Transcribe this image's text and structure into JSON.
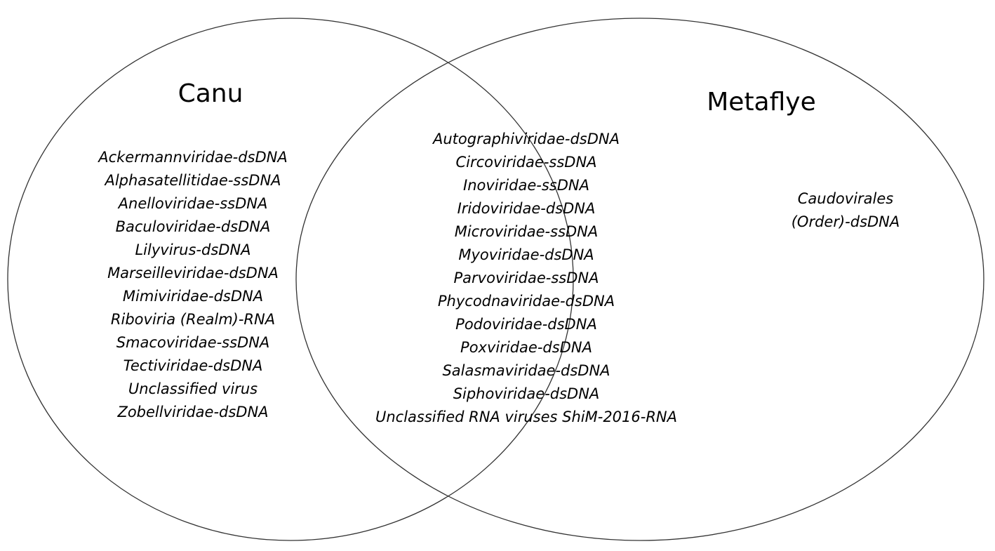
{
  "sets": {
    "left": {
      "title": "Canu"
    },
    "right": {
      "title": "Metaflye"
    }
  },
  "regions": {
    "canu_only": [
      "Ackermannviridae-dsDNA",
      "Alphasatellitidae-ssDNA",
      "Anelloviridae-ssDNA",
      "Baculoviridae-dsDNA",
      "Lilyvirus-dsDNA",
      "Marseilleviridae-dsDNA",
      "Mimiviridae-dsDNA",
      "Riboviria (Realm)-RNA",
      "Smacoviridae-ssDNA",
      "Tectiviridae-dsDNA",
      "Unclassified virus",
      "Zobellviridae-dsDNA"
    ],
    "shared": [
      "Autographiviridae-dsDNA",
      "Circoviridae-ssDNA",
      "Inoviridae-ssDNA",
      "Iridoviridae-dsDNA",
      "Microviridae-ssDNA",
      "Myoviridae-dsDNA",
      "Parvoviridae-ssDNA",
      "Phycodnaviridae-dsDNA",
      "Podoviridae-dsDNA",
      "Poxviridae-dsDNA",
      "Salasmaviridae-dsDNA",
      "Siphoviridae-dsDNA",
      "Unclassified RNA viruses ShiM-2016-RNA"
    ],
    "metaflye_only": [
      "Caudovirales",
      "(Order)-dsDNA"
    ]
  }
}
